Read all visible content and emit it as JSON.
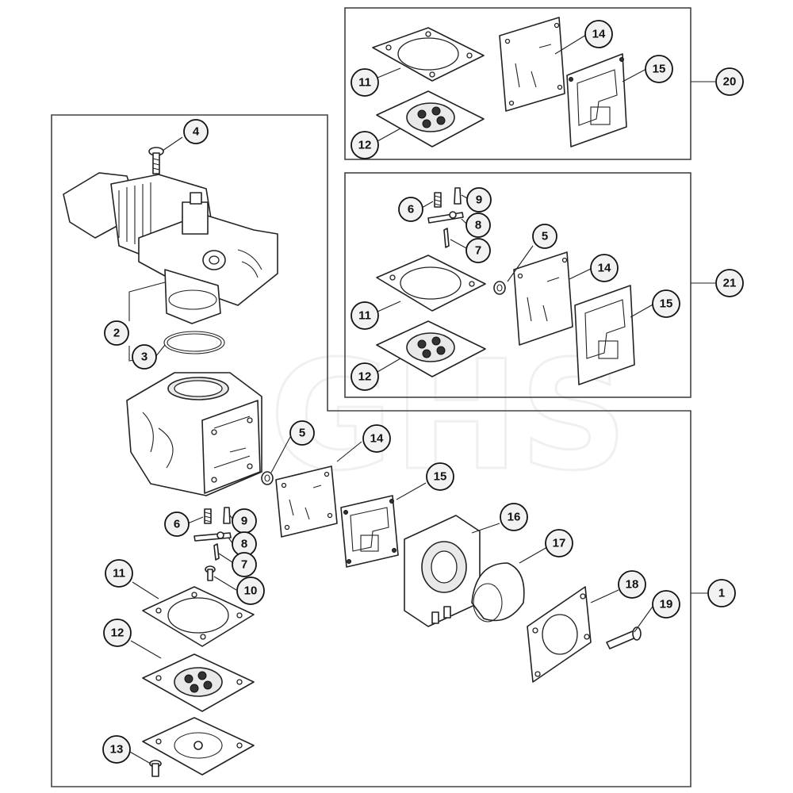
{
  "diagram": {
    "callouts": [
      {
        "id": "c4",
        "label": "4"
      },
      {
        "id": "c2",
        "label": "2"
      },
      {
        "id": "c3",
        "label": "3"
      },
      {
        "id": "c5a",
        "label": "5"
      },
      {
        "id": "c14a",
        "label": "14"
      },
      {
        "id": "c15a",
        "label": "15"
      },
      {
        "id": "c16",
        "label": "16"
      },
      {
        "id": "c17",
        "label": "17"
      },
      {
        "id": "c6a",
        "label": "6"
      },
      {
        "id": "c9a",
        "label": "9"
      },
      {
        "id": "c8a",
        "label": "8"
      },
      {
        "id": "c7a",
        "label": "7"
      },
      {
        "id": "c10",
        "label": "10"
      },
      {
        "id": "c11a",
        "label": "11"
      },
      {
        "id": "c12a",
        "label": "12"
      },
      {
        "id": "c13",
        "label": "13"
      },
      {
        "id": "c18",
        "label": "18"
      },
      {
        "id": "c19",
        "label": "19"
      },
      {
        "id": "c1",
        "label": "1"
      },
      {
        "id": "c11b",
        "label": "11"
      },
      {
        "id": "c12b",
        "label": "12"
      },
      {
        "id": "c14b",
        "label": "14"
      },
      {
        "id": "c15b",
        "label": "15"
      },
      {
        "id": "c20",
        "label": "20"
      },
      {
        "id": "c6b",
        "label": "6"
      },
      {
        "id": "c9b",
        "label": "9"
      },
      {
        "id": "c8b",
        "label": "8"
      },
      {
        "id": "c7b",
        "label": "7"
      },
      {
        "id": "c5b",
        "label": "5"
      },
      {
        "id": "c14c",
        "label": "14"
      },
      {
        "id": "c11c",
        "label": "11"
      },
      {
        "id": "c12c",
        "label": "12"
      },
      {
        "id": "c15c",
        "label": "15"
      },
      {
        "id": "c21",
        "label": "21"
      }
    ],
    "watermark": "GHS"
  }
}
